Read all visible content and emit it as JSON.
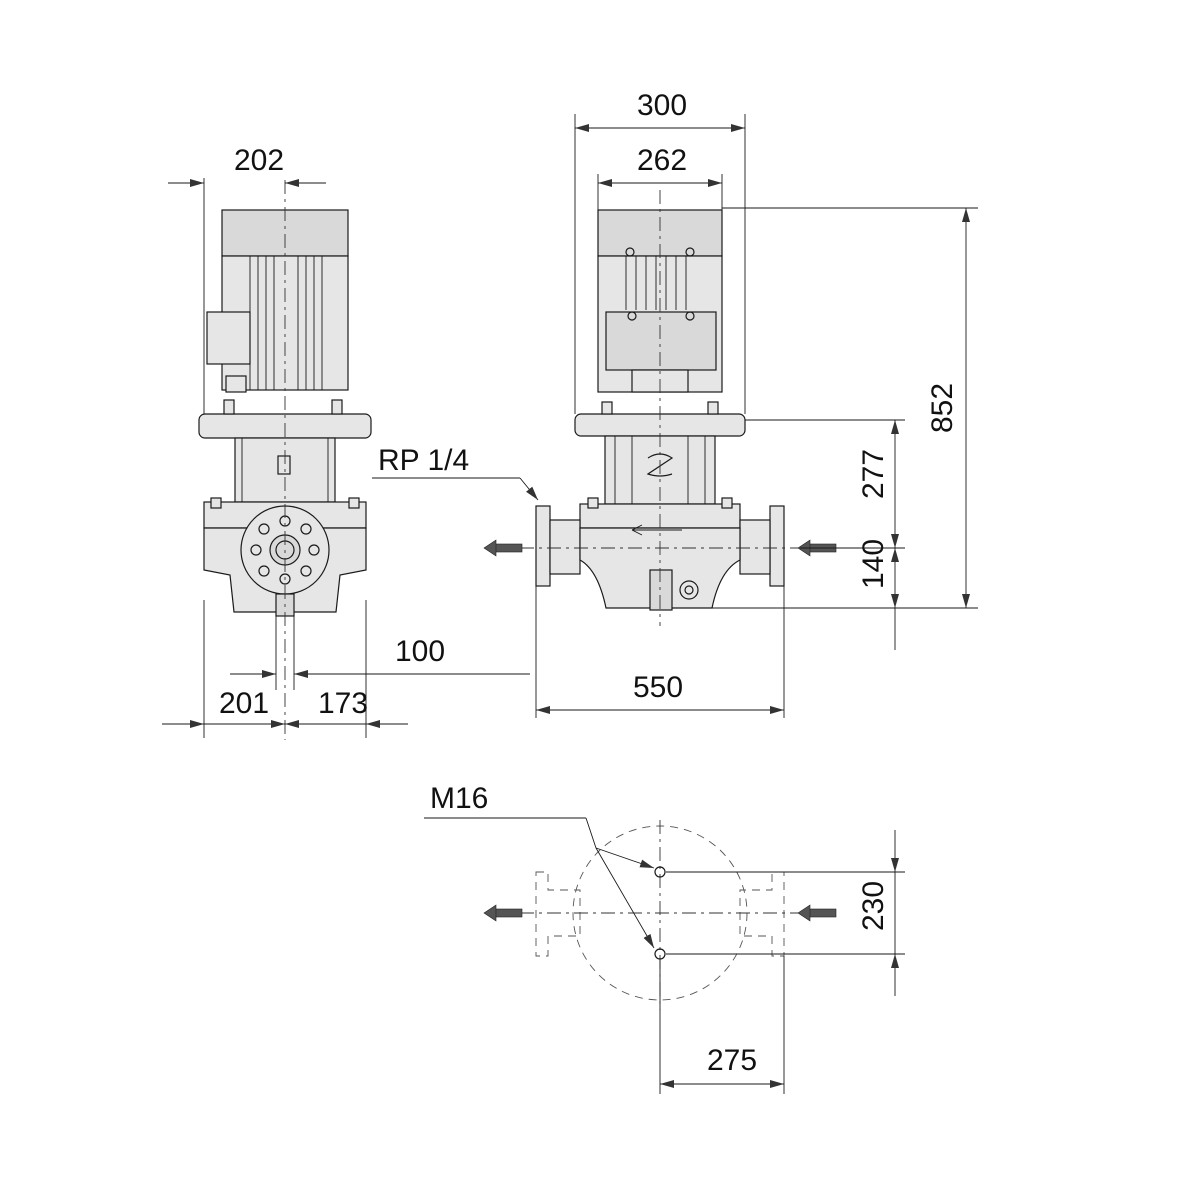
{
  "dimensions": {
    "side_motor_width": "202",
    "front_overall_width": "300",
    "front_motor_width": "262",
    "overall_height": "852",
    "coupling_height": "277",
    "inlet_height": "140",
    "port_to_foot": "100",
    "side_left": "201",
    "side_right": "173",
    "flange_length": "550",
    "base_hole_spacing": "230",
    "base_hole_offset": "275"
  },
  "labels": {
    "rp_port": "RP 1/4",
    "bolt_thread": "M16"
  }
}
